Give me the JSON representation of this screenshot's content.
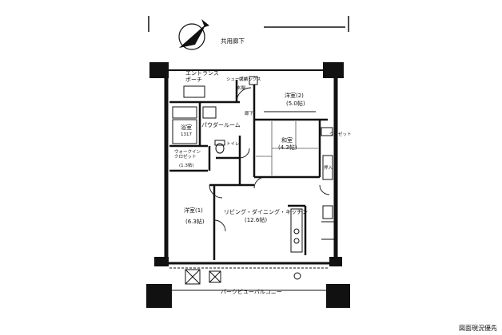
{
  "plan": {
    "corridor": "共用廊下",
    "entrance_porch": "エントランス\nポーチ",
    "storage": "収納",
    "shoe_box": "シューズボックス",
    "genkan": "玄関",
    "hallway": "廊下",
    "western_room_2": {
      "name": "洋室(2)",
      "size": "(5.0帖)"
    },
    "japanese_room": {
      "name": "和室",
      "size": "(4.3帖)"
    },
    "bathroom": {
      "name": "浴室",
      "size": "1317"
    },
    "powder_room": "パウダールーム",
    "walk_in_closet": {
      "name": "ウォークイン\nクロゼット",
      "size": "(1.3帖)"
    },
    "western_room_1": {
      "name": "洋室(1)",
      "size": "(6.3帖)"
    },
    "ldk": {
      "name": "リビング・ダイニング・キッチン",
      "size": "(12.6帖)"
    },
    "balcony": "パークビューバルコニー",
    "closet_label": "クロゼット",
    "toilet_label": "トイレ",
    "oshiire": "押入"
  },
  "caption": "図面現況優先",
  "compass_icon": "north-arrow-icon"
}
